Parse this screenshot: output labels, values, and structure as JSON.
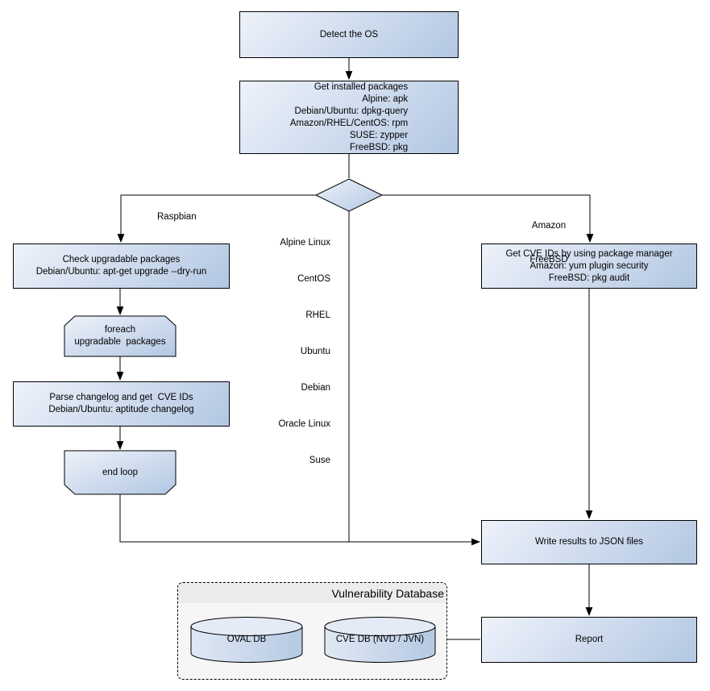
{
  "diagram": {
    "nodes": {
      "detect_os": {
        "label": "Detect the OS"
      },
      "get_installed_packages": {
        "lines": [
          "Get installed packages",
          "Alpine: apk",
          "Debian/Ubuntu: dpkg-query",
          "Amazon/RHEL/CentOS: rpm",
          "SUSE: zypper",
          "FreeBSD: pkg"
        ]
      },
      "check_upgradable": {
        "lines": [
          "Check upgradable packages",
          "Debian/Ubuntu: apt-get upgrade --dry-run"
        ]
      },
      "foreach_loop": {
        "lines": [
          "foreach",
          "upgradable  packages"
        ]
      },
      "parse_changelog": {
        "lines": [
          "Parse changelog and get  CVE IDs",
          "Debian/Ubuntu: aptitude changelog"
        ]
      },
      "end_loop": {
        "label": "end loop"
      },
      "get_cve_ids": {
        "lines": [
          "Get CVE IDs by using package manager",
          "Amazon: yum plugin security",
          "FreeBSD: pkg audit"
        ]
      },
      "write_results": {
        "label": "Write results to JSON files"
      },
      "report": {
        "label": "Report"
      }
    },
    "vulnerability_database": {
      "title": "Vulnerability Database",
      "oval_db": "OVAL DB",
      "cve_db": "CVE DB (NVD / JVN)"
    },
    "edge_labels": {
      "raspbian": "Raspbian",
      "amazon_freebsd": [
        "Amazon",
        "FreeBSD"
      ],
      "os_list": [
        "Alpine Linux",
        "CentOS",
        "RHEL",
        "Ubuntu",
        "Debian",
        "Oracle Linux",
        "Suse"
      ]
    },
    "colors": {
      "node_fill_light": "#eef2fa",
      "node_fill_dark": "#b2c7e2",
      "node_border": "#000000",
      "connector": "#000000",
      "container_body": "#f6f6f6",
      "container_header": "#ececec"
    }
  }
}
